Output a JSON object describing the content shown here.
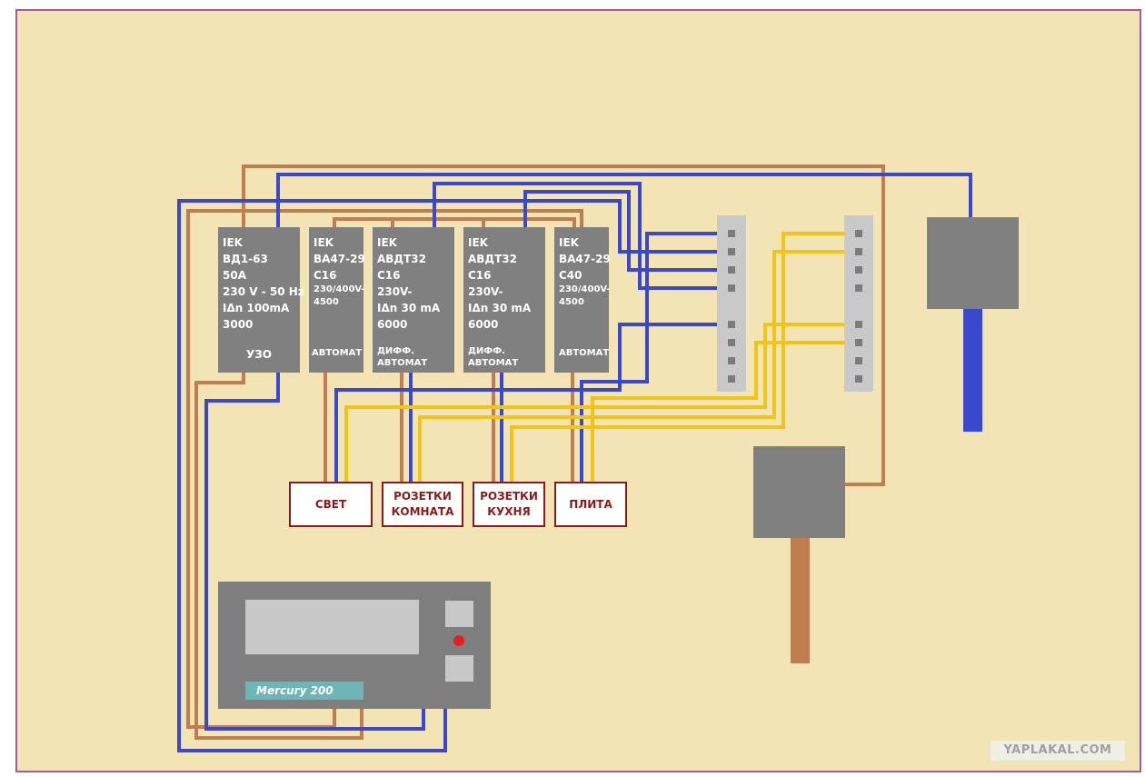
{
  "colors": {
    "background": "#f2e4b4",
    "frame_border": "#a55aa0",
    "neutral_wire": "#3b48cc",
    "phase_wire": "#c07d50",
    "ground_wire": "#f0c419",
    "module": "#808080",
    "load_border": "#8b1a1a",
    "meter_led": "#e41e1e",
    "meter_label": "#6fb5b5"
  },
  "modules": [
    {
      "id": "uzo",
      "lines": [
        "IEK",
        "ВД1-63",
        "50A",
        "230 V -  50 Hz",
        "IΔn 100mA",
        "3000"
      ],
      "footer": [
        "УЗО"
      ]
    },
    {
      "id": "breaker-light",
      "lines": [
        "IEK",
        "ВА47-29",
        "C16"
      ],
      "small_lines": [
        "230/400V-",
        "4500"
      ],
      "footer": [
        "АВТОМАТ"
      ]
    },
    {
      "id": "rcbo-room",
      "lines": [
        "IEK",
        "АВДТ32",
        "C16",
        "230V-",
        "IΔn 30 mA",
        "6000"
      ],
      "footer": [
        "ДИФФ.",
        "АВТОМАТ"
      ]
    },
    {
      "id": "rcbo-kitchen",
      "lines": [
        "IEK",
        "АВДТ32",
        "C16",
        "230V-",
        "IΔn 30 mA",
        "6000"
      ],
      "footer": [
        "ДИФФ.",
        "АВТОМАТ"
      ]
    },
    {
      "id": "breaker-stove",
      "lines": [
        "IEK",
        "ВА47-29",
        "C40"
      ],
      "small_lines": [
        "230/400V-",
        "4500"
      ],
      "footer": [
        "АВТОМАТ"
      ]
    }
  ],
  "loads": [
    {
      "id": "light",
      "lines": [
        "СВЕТ"
      ]
    },
    {
      "id": "room-sockets",
      "lines": [
        "РОЗЕТКИ",
        "КОМНАТА"
      ]
    },
    {
      "id": "kitchen-sockets",
      "lines": [
        "РОЗЕТКИ",
        "КУХНЯ"
      ]
    },
    {
      "id": "stove",
      "lines": [
        "ПЛИТА"
      ]
    }
  ],
  "meter": {
    "label": "Mercury 200"
  },
  "watermark": "YAPLAKAL.COM"
}
